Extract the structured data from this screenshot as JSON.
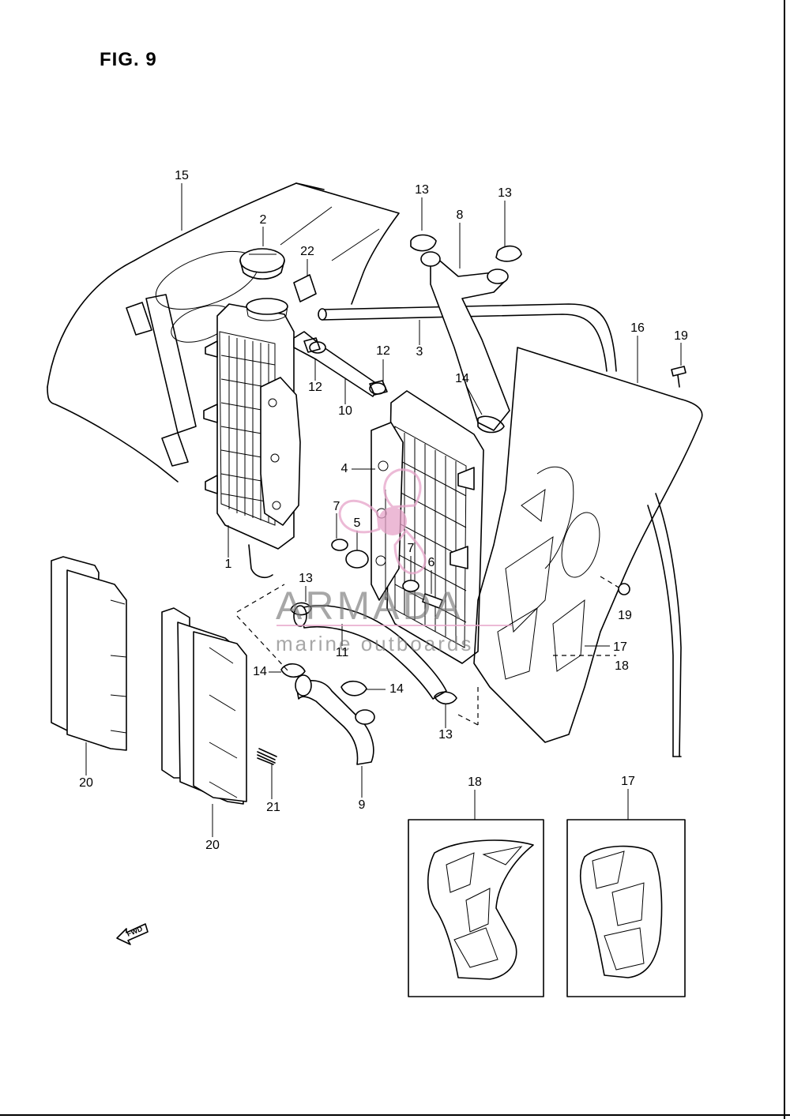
{
  "figure": {
    "title": "FIG. 9"
  },
  "watermark": {
    "brand": "ARMADA",
    "tagline": "marine outboards",
    "logo_color": "#e6a3c9"
  },
  "fwd_arrow": {
    "label": "FWD"
  },
  "callouts": [
    {
      "id": "15",
      "label": "15"
    },
    {
      "id": "2",
      "label": "2"
    },
    {
      "id": "22",
      "label": "22"
    },
    {
      "id": "13a",
      "label": "13"
    },
    {
      "id": "8",
      "label": "8"
    },
    {
      "id": "13b",
      "label": "13"
    },
    {
      "id": "3",
      "label": "3"
    },
    {
      "id": "16",
      "label": "16"
    },
    {
      "id": "19a",
      "label": "19"
    },
    {
      "id": "12a",
      "label": "12"
    },
    {
      "id": "12b",
      "label": "12"
    },
    {
      "id": "14a",
      "label": "14"
    },
    {
      "id": "10",
      "label": "10"
    },
    {
      "id": "4",
      "label": "4"
    },
    {
      "id": "7a",
      "label": "7"
    },
    {
      "id": "5",
      "label": "5"
    },
    {
      "id": "7b",
      "label": "7"
    },
    {
      "id": "6",
      "label": "6"
    },
    {
      "id": "1",
      "label": "1"
    },
    {
      "id": "13c",
      "label": "13"
    },
    {
      "id": "19b",
      "label": "19"
    },
    {
      "id": "17a",
      "label": "17"
    },
    {
      "id": "18a",
      "label": "18"
    },
    {
      "id": "11",
      "label": "11"
    },
    {
      "id": "14b",
      "label": "14"
    },
    {
      "id": "14c",
      "label": "14"
    },
    {
      "id": "13d",
      "label": "13"
    },
    {
      "id": "20a",
      "label": "20"
    },
    {
      "id": "21",
      "label": "21"
    },
    {
      "id": "9",
      "label": "9"
    },
    {
      "id": "20b",
      "label": "20"
    },
    {
      "id": "18b",
      "label": "18"
    },
    {
      "id": "17b",
      "label": "17"
    }
  ]
}
